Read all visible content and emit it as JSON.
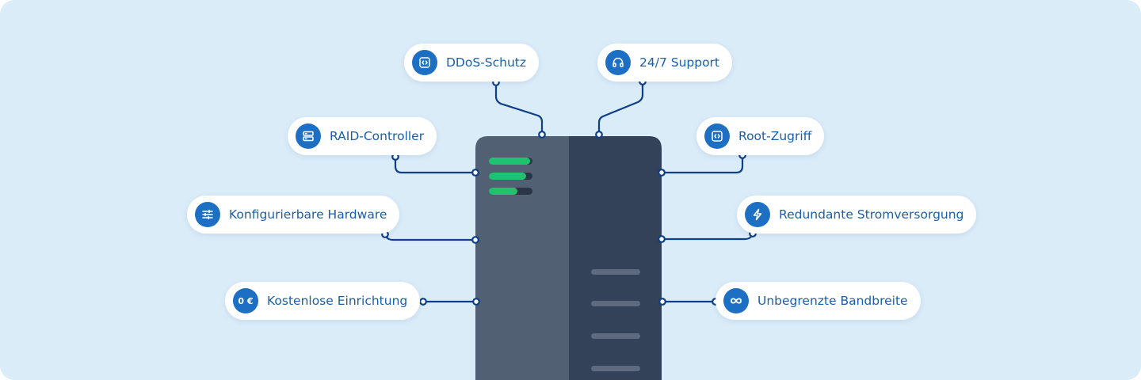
{
  "colors": {
    "background": "#dbecf9",
    "pill_background": "#ffffff",
    "icon_background": "#1d6fc4",
    "label_text": "#1a5fa8",
    "wire": "#0f3f86",
    "server_left": "#526074",
    "server_right": "#334159",
    "led_green": "#1fc26e"
  },
  "features": [
    {
      "label": "DDoS-Schutz",
      "icon": "code-brackets-icon"
    },
    {
      "label": "24/7 Support",
      "icon": "headset-icon"
    },
    {
      "label": "RAID-Controller",
      "icon": "server-stack-icon"
    },
    {
      "label": "Root-Zugriff",
      "icon": "code-brackets-icon"
    },
    {
      "label": "Konfigurierbare Hardware",
      "icon": "sliders-icon"
    },
    {
      "label": "Redundante Stromversorgung",
      "icon": "lightning-bolt-icon"
    },
    {
      "label": "Kostenlose Einrichtung",
      "icon": "euro-price-icon",
      "icon_text": "0 €"
    },
    {
      "label": "Unbegrenzte Bandbreite",
      "icon": "infinity-icon"
    }
  ],
  "server": {
    "indicator_levels": [
      0.95,
      0.85,
      0.65
    ]
  }
}
